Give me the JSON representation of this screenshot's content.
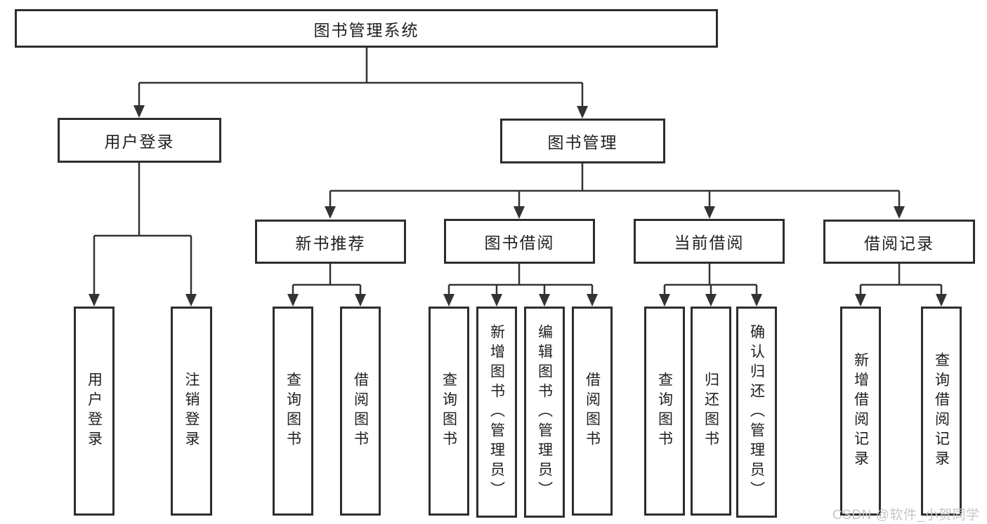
{
  "diagram_type": "hierarchy-tree",
  "tree": {
    "label": "图书管理系统",
    "children": [
      {
        "label": "用户登录",
        "children": [
          {
            "label": "用户登录"
          },
          {
            "label": "注销登录"
          }
        ]
      },
      {
        "label": "图书管理",
        "children": [
          {
            "label": "新书推荐",
            "children": [
              {
                "label": "查询图书"
              },
              {
                "label": "借阅图书"
              }
            ]
          },
          {
            "label": "图书借阅",
            "children": [
              {
                "label": "查询图书"
              },
              {
                "label": "新增图书（管理员）"
              },
              {
                "label": "编辑图书（管理员）"
              },
              {
                "label": "借阅图书"
              }
            ]
          },
          {
            "label": "当前借阅",
            "children": [
              {
                "label": "查询图书"
              },
              {
                "label": "归还图书"
              },
              {
                "label": "确认归还（管理员）"
              }
            ]
          },
          {
            "label": "借阅记录",
            "children": [
              {
                "label": "新增借阅记录"
              },
              {
                "label": "查询借阅记录"
              }
            ]
          }
        ]
      }
    ]
  },
  "watermark": {
    "text": "CSDN @软件_小贺同学",
    "color": "#c3c6c9"
  },
  "colors": {
    "background": "#ffffff",
    "box_border": "#2d2d2d",
    "connector_line": "#333333",
    "text": "#1f1f1f"
  }
}
